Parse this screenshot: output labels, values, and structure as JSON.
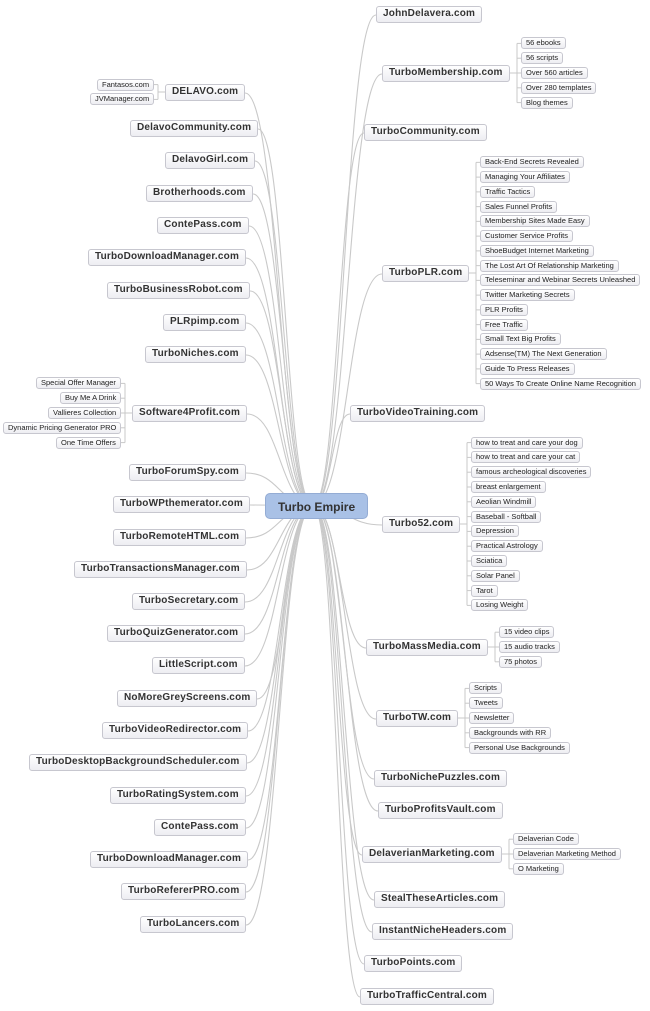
{
  "root": "Turbo Empire",
  "left": [
    {
      "label": "DELAVO.com",
      "children": [
        "Fantasos.com",
        "JVManager.com"
      ]
    },
    {
      "label": "DelavoCommunity.com"
    },
    {
      "label": "DelavoGirl.com"
    },
    {
      "label": "Brotherhoods.com"
    },
    {
      "label": "ContePass.com"
    },
    {
      "label": "TurboDownloadManager.com"
    },
    {
      "label": "TurboBusinessRobot.com"
    },
    {
      "label": "PLRpimp.com"
    },
    {
      "label": "TurboNiches.com"
    },
    {
      "label": "Software4Profit.com",
      "children": [
        "Special Offer Manager",
        "Buy Me A Drink",
        "Vallieres Collection",
        "Dynamic Pricing Generator PRO",
        "One Time Offers"
      ]
    },
    {
      "label": "TurboForumSpy.com"
    },
    {
      "label": "TurboWPthemerator.com"
    },
    {
      "label": "TurboRemoteHTML.com"
    },
    {
      "label": "TurboTransactionsManager.com"
    },
    {
      "label": "TurboSecretary.com"
    },
    {
      "label": "TurboQuizGenerator.com"
    },
    {
      "label": "LittleScript.com"
    },
    {
      "label": "NoMoreGreyScreens.com"
    },
    {
      "label": "TurboVideoRedirector.com"
    },
    {
      "label": "TurboDesktopBackgroundScheduler.com"
    },
    {
      "label": "TurboRatingSystem.com"
    },
    {
      "label": "ContePass.com"
    },
    {
      "label": "TurboDownloadManager.com"
    },
    {
      "label": "TurboRefererPRO.com"
    },
    {
      "label": "TurboLancers.com"
    }
  ],
  "right": [
    {
      "label": "JohnDelavera.com"
    },
    {
      "label": "TurboMembership.com",
      "children": [
        "56 ebooks",
        "56 scripts",
        "Over 560 articles",
        "Over 280 templates",
        "Blog themes"
      ]
    },
    {
      "label": "TurboCommunity.com"
    },
    {
      "label": "TurboPLR.com",
      "children": [
        "Back-End Secrets Revealed",
        "Managing Your Affiliates",
        "Traffic Tactics",
        "Sales Funnel Profits",
        "Membership Sites Made Easy",
        "Customer Service Profits",
        "ShoeBudget Internet Marketing",
        "The Lost Art Of Relationship Marketing",
        "Teleseminar and Webinar Secrets Unleashed",
        "Twitter Marketing Secrets",
        "PLR Profits",
        "Free Traffic",
        "Small Text Big Profits",
        "Adsense(TM) The Next Generation",
        "Guide To Press Releases",
        "50 Ways To Create Online Name Recognition"
      ]
    },
    {
      "label": "TurboVideoTraining.com"
    },
    {
      "label": "Turbo52.com",
      "children": [
        "how to treat and care your dog",
        "how to treat and care your cat",
        "famous archeological discoveries",
        "breast enlargement",
        "Aeolian Windmill",
        "Baseball - Softball",
        "Depression",
        "Practical Astrology",
        "Sciatica",
        "Solar Panel",
        "Tarot",
        "Losing Weight"
      ]
    },
    {
      "label": "TurboMassMedia.com",
      "children": [
        "15 video clips",
        "15 audio tracks",
        "75 photos"
      ]
    },
    {
      "label": "TurboTW.com",
      "children": [
        "Scripts",
        "Tweets",
        "Newsletter",
        "Backgrounds with RR",
        "Personal Use Backgrounds"
      ]
    },
    {
      "label": "TurboNichePuzzles.com"
    },
    {
      "label": "TurboProfitsVault.com"
    },
    {
      "label": "DelaverianMarketing.com",
      "children": [
        "Delaverian Code",
        "Delaverian Marketing Method",
        "O Marketing"
      ]
    },
    {
      "label": "StealTheseArticles.com"
    },
    {
      "label": "InstantNicheHeaders.com"
    },
    {
      "label": "TurboPoints.com"
    },
    {
      "label": "TurboTrafficCentral.com"
    }
  ]
}
